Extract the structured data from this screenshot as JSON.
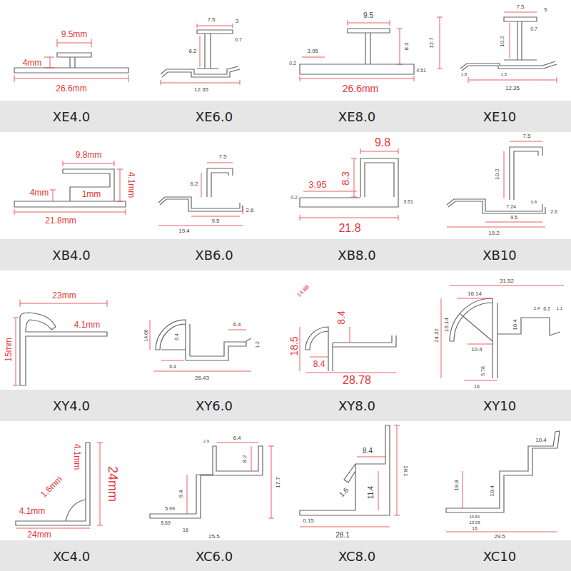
{
  "diagram": {
    "nodes": [
      {
        "text": [
          "XE4.0",
          "XE6.0",
          "XE8.0",
          "XE10"
        ]
      },
      {
        "text": [
          "XB4.0",
          "XB6.0",
          "XB8.0",
          "XB10"
        ]
      },
      {
        "text": [
          "XY4.0",
          "XY6.0",
          "XY8.0",
          "XY10"
        ]
      },
      {
        "text": [
          "XC4.0",
          "XC6.0",
          "XC8.0",
          "XC10"
        ]
      }
    ],
    "labels": [
      "9.5mm",
      "4mm",
      "26.6mm",
      "7.5",
      "3",
      "0.7",
      "6.2",
      "12.35",
      "9.5",
      "8.3",
      "3.95",
      "0.2",
      "4.51",
      "26.6mm",
      "7.5",
      "3",
      "0.7",
      "12.7",
      "10.2",
      "1.8",
      "1.5",
      "12.35",
      "9.8mm",
      "4.1mm",
      "4mm",
      "1mm",
      "21.8mm",
      "7.5",
      "6.2",
      "9.5",
      "2.6",
      "19.4",
      "9.8",
      "8.3",
      "3.95",
      "0.2",
      "3.51",
      "21.8",
      "7.5",
      "10.2",
      "7.24",
      "0.8",
      "9.5",
      "2.6",
      "19.2",
      "23mm",
      "4.1mm",
      "15mm",
      "14.66",
      "6.4",
      "6.4",
      "6.4",
      "1.2",
      "26.43",
      "14.88",
      "8.4",
      "18.5",
      "8.4",
      "28.78",
      "31.52",
      "16.14",
      "24.32",
      "16.14",
      "10.4",
      "2.4",
      "6.2",
      "1.1",
      "10.4",
      "5.78",
      "16",
      "4.1mm",
      "1.6mm",
      "24mm",
      "4.1mm",
      "24mm",
      "2.9",
      "6.4",
      "8.2",
      "17.7",
      "6.4",
      "5.99",
      "8.69",
      "16",
      "25.5",
      "8.4",
      "28.1",
      "1.6",
      "11.4",
      "0.15",
      "28.1",
      "10.4",
      "18.8",
      "10.4",
      "10.81",
      "13.09",
      "16",
      "29.5"
    ]
  }
}
